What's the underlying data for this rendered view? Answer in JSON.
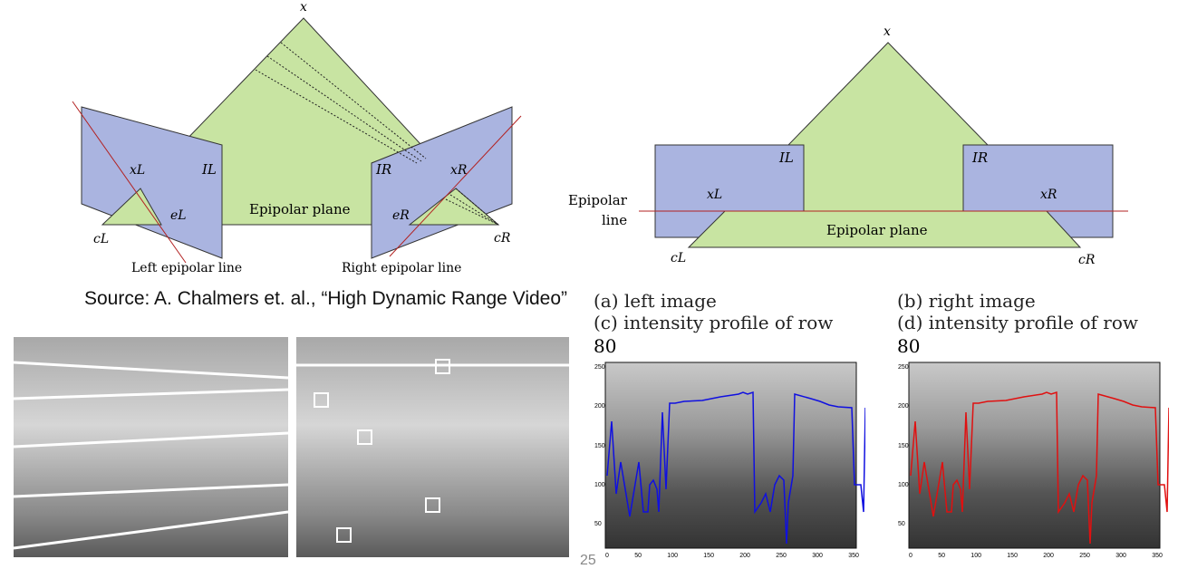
{
  "left_diagram": {
    "labels": {
      "x": "x",
      "xL": "xL",
      "IL": "IL",
      "eL": "eL",
      "cL": "cL",
      "IR": "IR",
      "xR": "xR",
      "eR": "eR",
      "cR": "cR",
      "plane": "Epipolar plane",
      "left_line": "Left epipolar line",
      "right_line": "Right epipolar line"
    },
    "source": "Source: A. Chalmers et. al., “High Dynamic Range Video”"
  },
  "right_diagram": {
    "labels": {
      "x": "x",
      "IL": "IL",
      "IR": "IR",
      "xL": "xL",
      "xR": "xR",
      "plane": "Epipolar plane",
      "cL": "cL",
      "cR": "cR",
      "line1": "Epipolar",
      "line2": "line"
    }
  },
  "plots": [
    {
      "title_a": "(a) left image",
      "title_b": "(c) intensity profile of row",
      "row": "80",
      "color": "#1010e0"
    },
    {
      "title_a": "(b) right image",
      "title_b": "(d) intensity profile of row",
      "row": "80",
      "color": "#e01010"
    }
  ],
  "x_ticks": [
    "0",
    "50",
    "100",
    "150",
    "200",
    "250",
    "300",
    "350"
  ],
  "y_ticks": [
    "250",
    "200",
    "150",
    "100",
    "50"
  ],
  "slide_number": "25",
  "colors": {
    "green": "#c8e4a2",
    "blue": "#aab4e0",
    "red": "#b22222"
  }
}
